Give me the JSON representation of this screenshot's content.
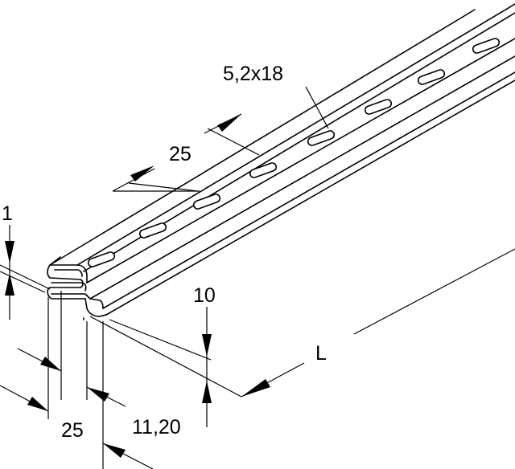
{
  "labels": {
    "slot_size": "5,2x18",
    "slot_pitch": "25",
    "thickness": "1",
    "lip_height": "10",
    "length": "L",
    "width": "25",
    "opening": "11,20"
  }
}
